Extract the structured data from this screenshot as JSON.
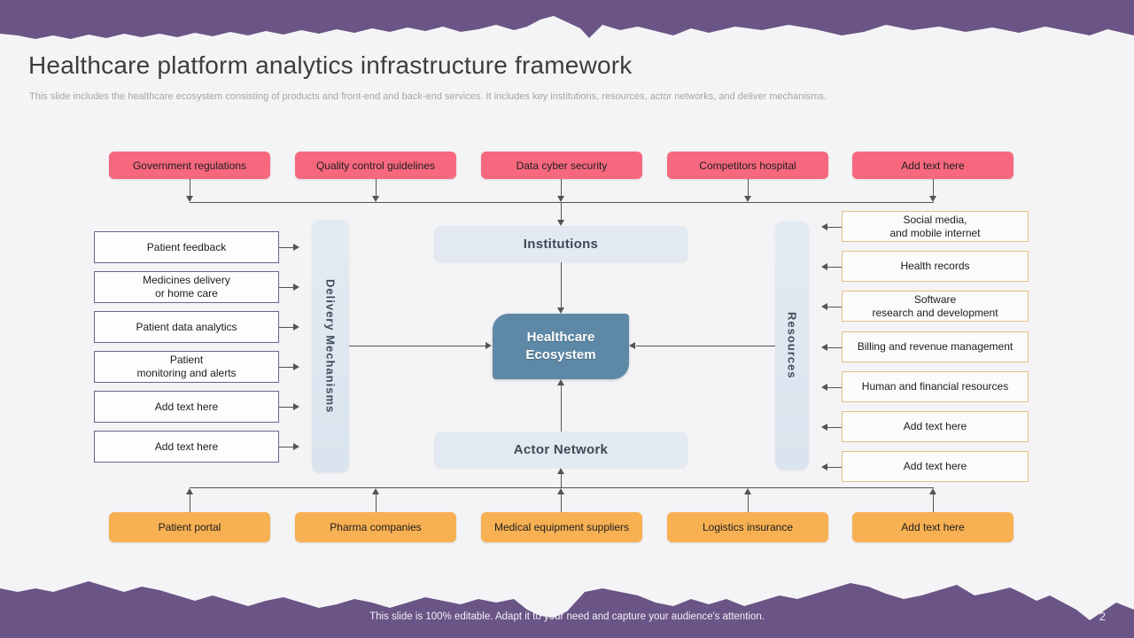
{
  "slide": {
    "title": "Healthcare platform analytics infrastructure framework",
    "subtitle": "This slide includes the healthcare ecosystem consisting of products and front-end and back-end services. It includes key institutions, resources, actor networks, and deliver mechanisms.",
    "footer": "This slide is 100% editable. Adapt it to your need and capture your audience's attention.",
    "page_number": "2"
  },
  "boxes": {
    "top": [
      "Government regulations",
      "Quality control guidelines",
      "Data cyber security",
      "Competitors hospital",
      "Add text here"
    ],
    "left": [
      "Patient feedback",
      "Medicines delivery\nor home care",
      "Patient data analytics",
      "Patient\nmonitoring and alerts",
      "Add text here",
      "Add text here"
    ],
    "right": [
      "Social media,\nand mobile internet",
      "Health records",
      "Software\nresearch and development",
      "Billing and revenue management",
      "Human and financial resources",
      "Add text here",
      "Add text here"
    ],
    "bottom": [
      "Patient portal",
      "Pharma companies",
      "Medical equipment suppliers",
      "Logistics insurance",
      "Add text here"
    ]
  },
  "center": {
    "institutions": "Institutions",
    "ecosystem": "Healthcare\nEcosystem",
    "actor_network": "Actor Network"
  },
  "bars": {
    "delivery": "Delivery Mechanisms",
    "resources": "Resources"
  },
  "colors": {
    "purple_band": "#6a5586",
    "pink_box": "#f7687f",
    "orange_box": "#f7b052",
    "hub_blue": "#5d89a6",
    "panel_blue": "#e2e9f0",
    "left_border": "#6e6290",
    "right_border": "#e7be82",
    "connector": "#545454"
  }
}
